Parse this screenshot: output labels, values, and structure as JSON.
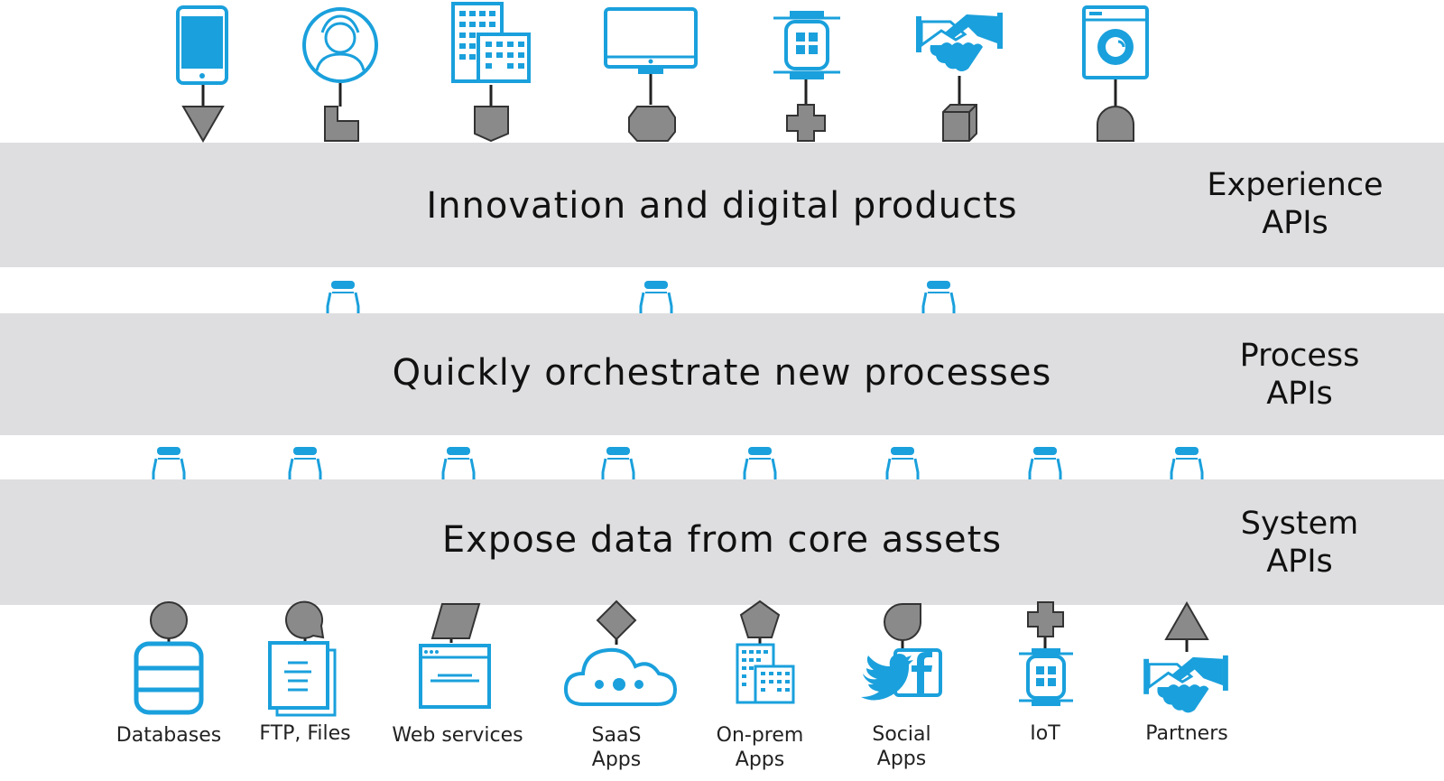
{
  "layers": {
    "experience": {
      "title": "Innovation and digital products",
      "label_line1": "Experience",
      "label_line2": "APIs"
    },
    "process": {
      "title": "Quickly orchestrate new processes",
      "label_line1": "Process",
      "label_line2": "APIs"
    },
    "system": {
      "title": "Expose data from core assets",
      "label_line1": "System",
      "label_line2": "APIs"
    }
  },
  "consumers": [
    {
      "icon": "smartphone-icon",
      "connector": "triangle-down"
    },
    {
      "icon": "user-profile-icon",
      "connector": "l-shape"
    },
    {
      "icon": "office-buildings-icon",
      "connector": "shield"
    },
    {
      "icon": "desktop-monitor-icon",
      "connector": "octagon"
    },
    {
      "icon": "smartwatch-icon",
      "connector": "cross"
    },
    {
      "icon": "handshake-icon",
      "connector": "cube"
    },
    {
      "icon": "washing-machine-icon",
      "connector": "dome"
    }
  ],
  "sources": [
    {
      "label_line1": "Databases",
      "label_line2": "",
      "icon": "database-icon",
      "connector": "circle"
    },
    {
      "label_line1": "FTP, Files",
      "label_line2": "",
      "icon": "files-icon",
      "connector": "circle-q"
    },
    {
      "label_line1": "Web services",
      "label_line2": "",
      "icon": "web-browser-icon",
      "connector": "parallelogram"
    },
    {
      "label_line1": "SaaS",
      "label_line2": "Apps",
      "icon": "cloud-icon",
      "connector": "diamond"
    },
    {
      "label_line1": "On-prem",
      "label_line2": "Apps",
      "icon": "office-buildings-icon",
      "connector": "pentagon"
    },
    {
      "label_line1": "Social",
      "label_line2": "Apps",
      "icon": "social-media-icon",
      "connector": "leaf"
    },
    {
      "label_line1": "IoT",
      "label_line2": "",
      "icon": "smartwatch-icon",
      "connector": "cross"
    },
    {
      "label_line1": "Partners",
      "label_line2": "",
      "icon": "handshake-icon",
      "connector": "triangle-up"
    }
  ],
  "colors": {
    "band": "#dedee0",
    "icon_blue": "#1aa0dc",
    "connector_gray": "#8a8a8a"
  }
}
